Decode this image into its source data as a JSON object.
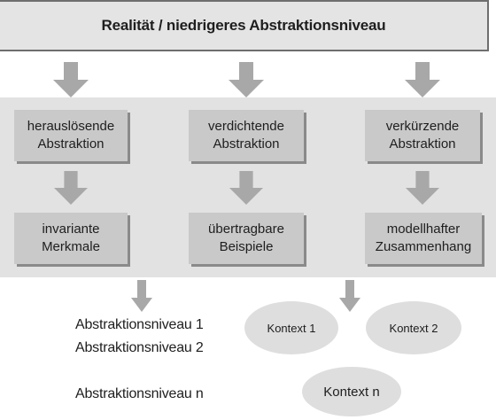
{
  "header": {
    "title": "Realität / niedrigeres Abstraktionsniveau"
  },
  "abstractions": [
    {
      "type": "herauslösende\nAbstraktion",
      "result": "invariante\nMerkmale"
    },
    {
      "type": "verdichtende\nAbstraktion",
      "result": "übertragbare\nBeispiele"
    },
    {
      "type": "verkürzende\nAbstraktion",
      "result": "modellhafter\nZusammenhang"
    }
  ],
  "levels": [
    "Abstraktionsniveau 1",
    "Abstraktionsniveau 2",
    "Abstraktionsniveau n"
  ],
  "contexts": [
    "Kontext 1",
    "Kontext 2",
    "Kontext n"
  ]
}
